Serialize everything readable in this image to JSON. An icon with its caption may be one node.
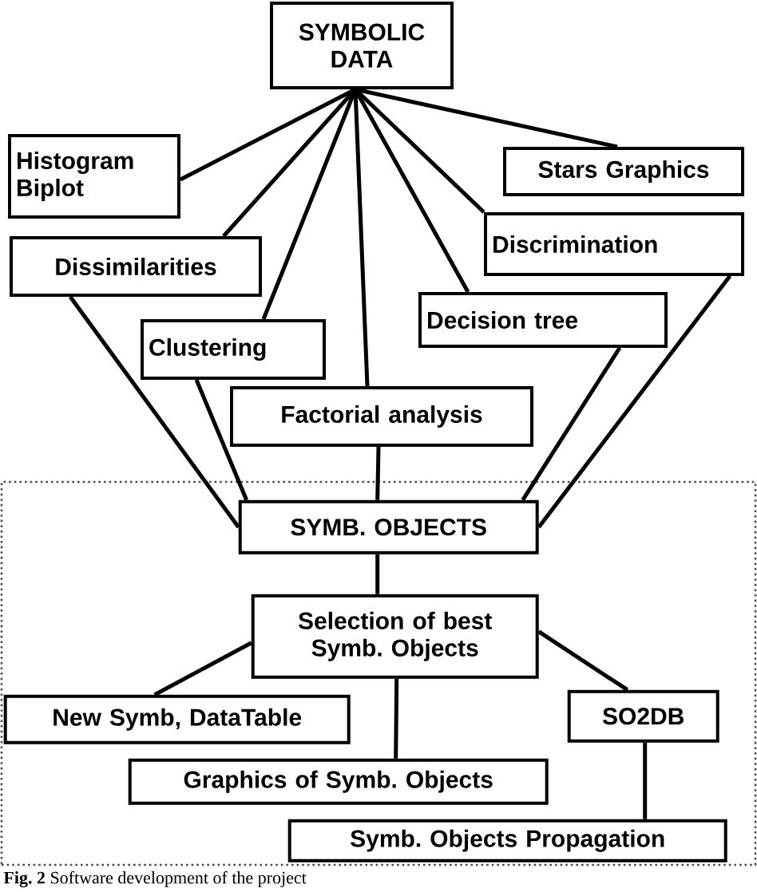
{
  "diagram": {
    "caption": "**Fig. 2** Software development of the project",
    "nodes": [
      {
        "text": [
          "SYMBOLIC DATA"
        ]
      },
      {
        "text": [
          "Histogram Biplot"
        ]
      },
      {
        "text": [
          "Stars Graphics"
        ]
      },
      {
        "text": [
          "Dissimilarities"
        ]
      },
      {
        "text": [
          "Discrimination"
        ]
      },
      {
        "text": [
          "Decision tree"
        ]
      },
      {
        "text": [
          "Clustering"
        ]
      },
      {
        "text": [
          "Factorial analysis"
        ]
      },
      {
        "text": [],
        "shape": "box"
      },
      {
        "text": [
          "SYMB. OBJECTS"
        ],
        "in": 8
      },
      {
        "text": [
          "Selection of best Symb. Objects"
        ],
        "in": 8
      },
      {
        "text": [
          "New Symb, DataTable"
        ],
        "in": 8
      },
      {
        "text": [
          "SO2DB"
        ],
        "in": 8
      },
      {
        "text": [
          "Graphics of Symb. Objects"
        ],
        "in": 8
      },
      {
        "text": [
          "Symb. Objects Propagation"
        ],
        "in": 8
      }
    ],
    "edges": [
      {
        "from": 0,
        "to": 1,
        "arrow": "none"
      },
      {
        "from": 0,
        "to": 3,
        "arrow": "none"
      },
      {
        "from": 0,
        "to": 6,
        "arrow": "none"
      },
      {
        "from": 0,
        "to": 7,
        "arrow": "none"
      },
      {
        "from": 0,
        "to": 5,
        "arrow": "none"
      },
      {
        "from": 0,
        "to": 4,
        "arrow": "none"
      },
      {
        "from": 0,
        "to": 2,
        "arrow": "none"
      },
      {
        "from": 3,
        "to": 9,
        "arrow": "none"
      },
      {
        "from": 6,
        "to": 9,
        "arrow": "none"
      },
      {
        "from": 7,
        "to": 9,
        "arrow": "none"
      },
      {
        "from": 5,
        "to": 9,
        "arrow": "none"
      },
      {
        "from": 4,
        "to": 9,
        "arrow": "none"
      },
      {
        "from": 9,
        "to": 10,
        "arrow": "none"
      },
      {
        "from": 10,
        "to": 11,
        "arrow": "none"
      },
      {
        "from": 10,
        "to": 13,
        "arrow": "none"
      },
      {
        "from": 10,
        "to": 12,
        "arrow": "none"
      },
      {
        "from": 12,
        "to": 14,
        "arrow": "none"
      }
    ]
  }
}
